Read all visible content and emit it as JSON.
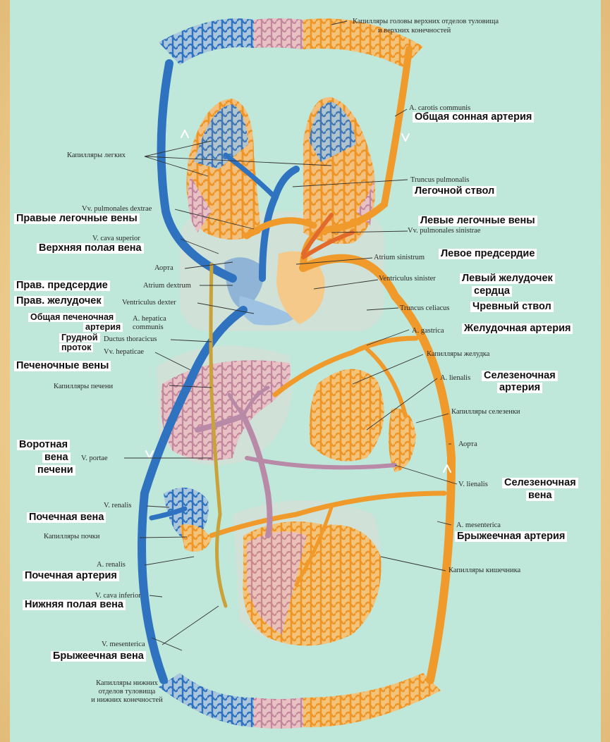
{
  "labels": {
    "cap_head": "Капилляры головы верхних отделов туловища",
    "cap_head_2": "и верхних конечностей",
    "a_carotis": "A. carotis communis",
    "ru_carotis": "Общая сонная артерия",
    "cap_lungs": "Капилляры легких",
    "truncus_pulm": "Truncus pulmonalis",
    "ru_truncus_pulm": "Легочной ствол",
    "vv_pulm_dextrae": "Vv. pulmonales dextrae",
    "ru_pulm_right": "Правые легочные вены",
    "ru_pulm_left": "Левые легочные вены",
    "vv_pulm_sinistrae": "Vv. pulmonales sinistrae",
    "v_cava_sup": "V. cava superior",
    "ru_cava_sup": "Верхняя полая вена",
    "aorta_top": "Аорта",
    "atrium_sinistrum": "Atrium sinistrum",
    "ru_atrium_left": "Левое предсердие",
    "ru_atrium_right": "Прав. предсердие",
    "atrium_dextrum": "Atrium dextrum",
    "ventriculus_sinister": "Ventriculus sinister",
    "ru_ventricle_left": "Левый желудочек",
    "ru_ventricle_left_2": "сердца",
    "ru_ventricle_right": "Прав. желудочек",
    "ventriculus_dexter": "Ventriculus dexter",
    "truncus_celiacus": "Truncus celiacus",
    "ru_celiac": "Чревный ствол",
    "ru_hepatic_art": "Общая печеночная",
    "ru_hepatic_art_2": "артерия",
    "a_hepatica": "A. hepatica",
    "a_hepatica_2": "communis",
    "a_gastrica": "A. gastrica",
    "ru_gastric": "Желудочная артерия",
    "ru_thoracic_duct": "Грудной",
    "ru_thoracic_duct_2": "проток",
    "ductus_thoracicus": "Ductus thoracicus",
    "cap_stomach": "Капилляры желудка",
    "vv_hepaticae": "Vv. hepaticae",
    "ru_hepatic_veins": "Печеночные вены",
    "cap_liver": "Капилляры печени",
    "a_lienalis": "A. lienalis",
    "ru_splenic_art": "Селезеночная",
    "ru_splenic_art_2": "артерия",
    "cap_spleen": "Капилляры селезенки",
    "aorta_low": "Аорта",
    "ru_portal": "Воротная",
    "ru_portal_2": "вена",
    "ru_portal_3": "печени",
    "v_portae": "V. portae",
    "v_lienalis": "V. lienalis",
    "ru_splenic_vein": "Селезеночная",
    "ru_splenic_vein_2": "вена",
    "v_renalis": "V. renalis",
    "ru_renal_vein": "Почечная вена",
    "cap_kidney": "Капилляры почки",
    "a_mesenterica": "A. mesenterica",
    "ru_mesenteric_art": "Брыжеечная артерия",
    "a_renalis": "A. renalis",
    "ru_renal_art": "Почечная артерия",
    "cap_intestine": "Капилляры кишечника",
    "v_cava_inf": "V. cava inferior",
    "ru_cava_inf": "Нижняя полая вена",
    "v_mesenterica": "V. mesenterica",
    "ru_mesenteric_vein": "Брыжеечная вена",
    "cap_lower": "Капилляры нижних",
    "cap_lower_2": "отделов туловища",
    "cap_lower_3": "и нижних конечностей"
  },
  "colors": {
    "artery": "#ef9a2a",
    "vein": "#2f72bf",
    "portal": "#b98aa8",
    "lymph": "#c9a23a",
    "lung_blue": "#8fb4cf",
    "lung_pink": "#d9a6b0",
    "organ": "#e7bfc1"
  }
}
